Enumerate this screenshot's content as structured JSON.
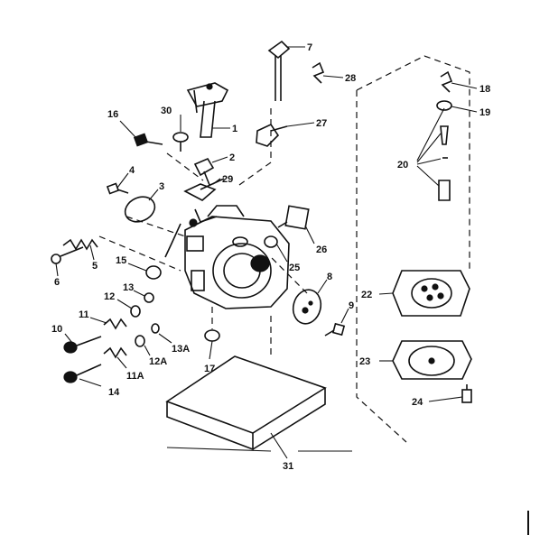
{
  "callouts": {
    "c1": "1",
    "c2": "2",
    "c3": "3",
    "c4": "4",
    "c5": "5",
    "c6": "6",
    "c7": "7",
    "c8": "8",
    "c9": "9",
    "c10": "10",
    "c11": "11",
    "c11a": "11A",
    "c12": "12",
    "c12a": "12A",
    "c13": "13",
    "c13a": "13A",
    "c14": "14",
    "c15": "15",
    "c16": "16",
    "c17": "17",
    "c18": "18",
    "c19": "19",
    "c20": "20",
    "c22": "22",
    "c23": "23",
    "c24": "24",
    "c25": "25",
    "c26": "26",
    "c27": "27",
    "c28": "28",
    "c29": "29",
    "c30": "30",
    "c31": "31"
  }
}
